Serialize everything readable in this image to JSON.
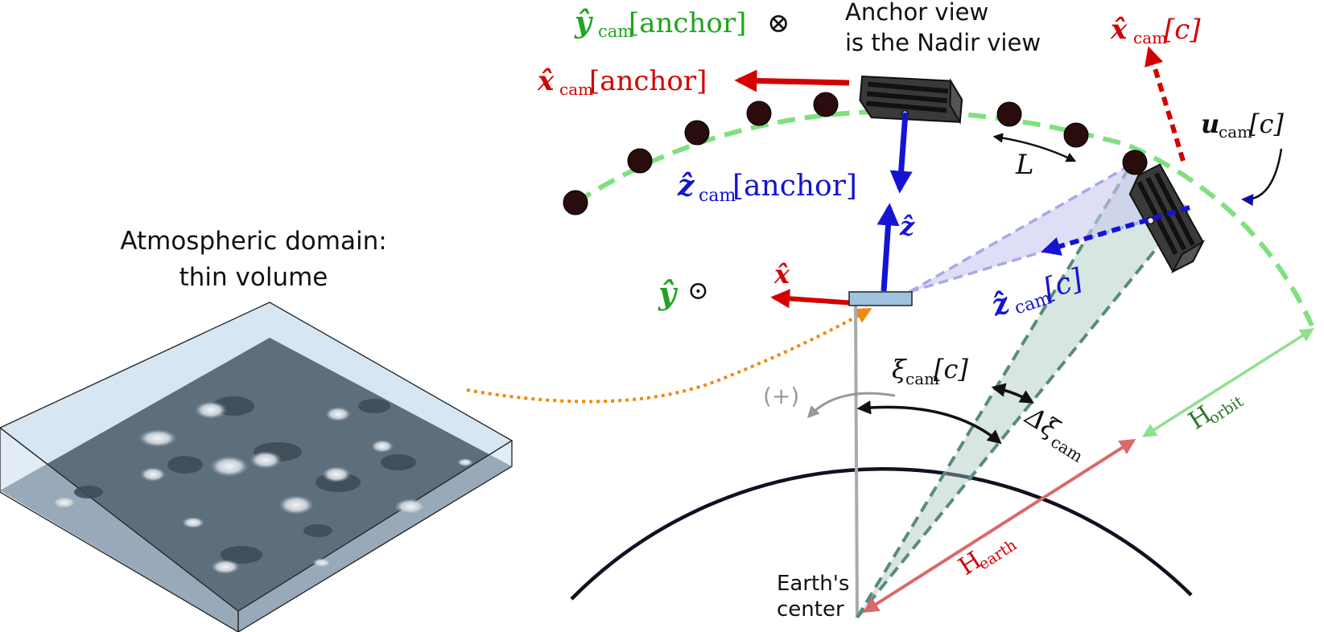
{
  "domain_label": {
    "line1": "Atmospheric domain:",
    "line2": "thin volume"
  },
  "anchor_note": {
    "line1": "Anchor view",
    "line2": "is the Nadir view"
  },
  "center_label": {
    "line1": "Earth's",
    "line2": "center"
  },
  "math": {
    "y_cam_anchor": {
      "base": "ŷ",
      "sub": "cam",
      "bracket": "[anchor]",
      "symbol": "⊗"
    },
    "x_cam_anchor": {
      "base": "x̂",
      "sub": "cam",
      "bracket": "[anchor]"
    },
    "z_cam_anchor": {
      "base": "ẑ",
      "sub": "cam",
      "bracket": "[anchor]"
    },
    "x_cam_c": {
      "base": "x̂",
      "sub": "cam",
      "bracket": "[c]"
    },
    "u_cam_c": {
      "base": "u",
      "sub": "cam",
      "bracket": "[c]"
    },
    "z_cam_c": {
      "base": "ẑ",
      "sub": "cam",
      "bracket": "[c]"
    },
    "z_hat": "ẑ",
    "x_hat": "x̂",
    "y_hat": {
      "base": "ŷ",
      "symbol": "⊙"
    },
    "L": "L",
    "xi_cam_c": {
      "base": "ξ",
      "sub": "cam",
      "bracket": "[c]"
    },
    "delta_xi_cam": {
      "base": "Δξ",
      "sub": "cam"
    },
    "plus_sign": "(+)",
    "H_orbit": {
      "base": "H",
      "sub": "orbit"
    },
    "H_earth": {
      "base": "H",
      "sub": "earth"
    }
  },
  "colors": {
    "red": "#d40000",
    "blue": "#1414d2",
    "green": "#1fa51f",
    "dark_green": "#2a7a2a",
    "orbit_green": "#7fe07f",
    "earth_black": "#111122",
    "orange": "#f08a10",
    "slate": "#5a8a80",
    "salmon": "#d96a6a"
  },
  "icons": [
    "satellite-icon",
    "orbit-camera-dot",
    "ground-sensor-rect"
  ]
}
